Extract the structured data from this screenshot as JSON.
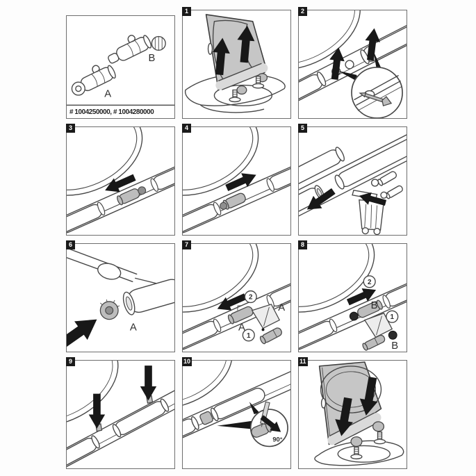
{
  "colors": {
    "background": "#fdfdfd",
    "panel_border": "#6e6e6e",
    "line": "#474747",
    "seat_fill": "#c6c6c6",
    "part_fill": "#bdbdbd",
    "arrow": "#181818",
    "badge_bg": "#1a1a1a",
    "badge_text": "#ffffff"
  },
  "parts_panel": {
    "part_numbers": "# 1004250000, # 1004280000",
    "label_a": "A",
    "label_b": "B"
  },
  "steps": {
    "badges": [
      "1",
      "2",
      "3",
      "4",
      "5",
      "6",
      "7",
      "8",
      "9",
      "10",
      "11"
    ]
  },
  "step6": {
    "label_a": "A"
  },
  "step7": {
    "order_slide": "2",
    "order_lube": "1",
    "label_a_seat": "A",
    "label_a_part": "A"
  },
  "step8": {
    "order_slide": "2",
    "order_lube": "1",
    "label_b_seat": "B",
    "label_b_part": "B"
  },
  "step10": {
    "rotation": "90°"
  }
}
